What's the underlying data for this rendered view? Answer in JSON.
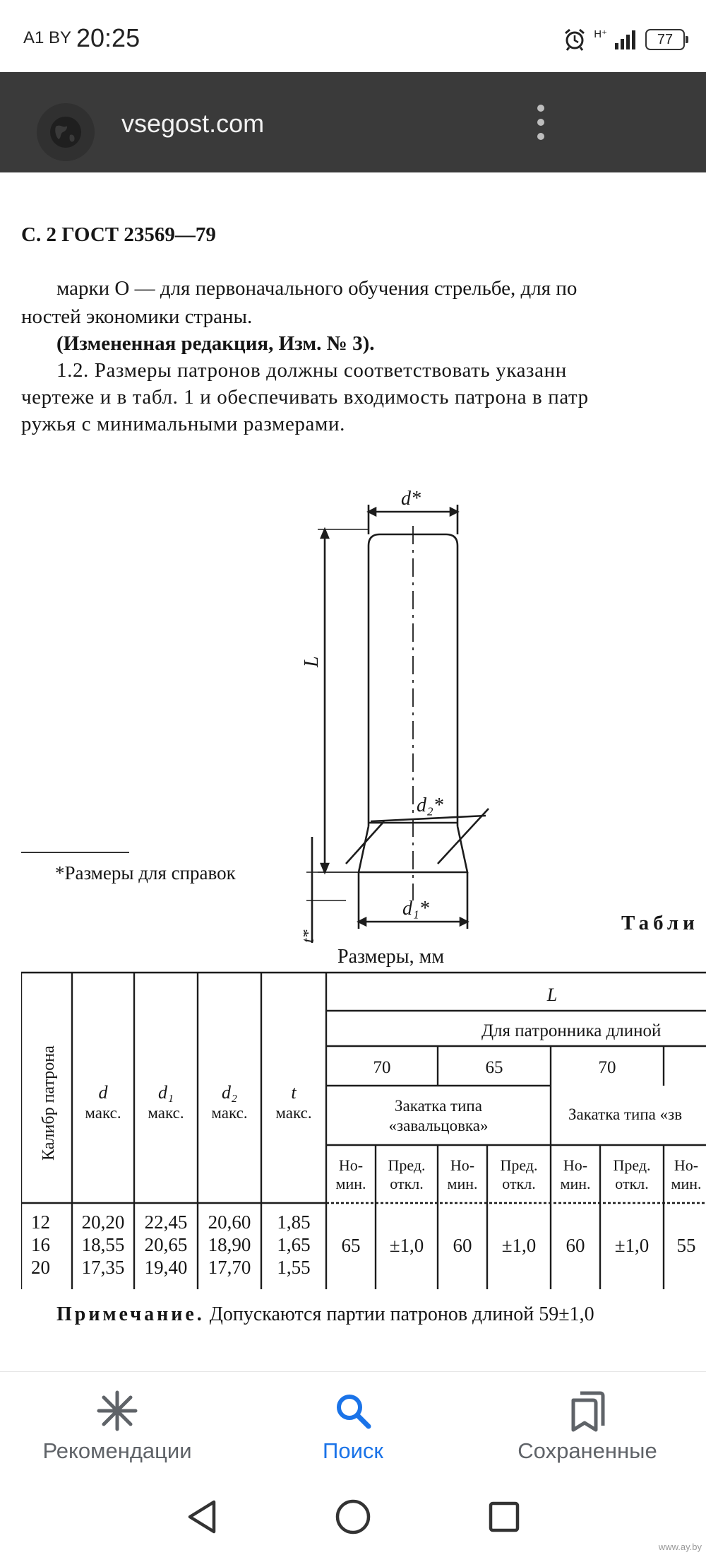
{
  "status_bar": {
    "carrier": "A1 BY",
    "time": "20:25",
    "network": "H⁺",
    "battery": "77"
  },
  "browser": {
    "url": "vsegost.com"
  },
  "document": {
    "header": "С. 2 ГОСТ 23569—79",
    "para_line1": "марки О — для первоначального обучения стрельбе, для по",
    "para_line2": "ностей экономики страны.",
    "amendment": "(Измененная редакция, Изм. № 3).",
    "clause_line1": "1.2. Размеры патронов должны соответствовать указанн",
    "clause_line2": "чертеже и в табл. 1 и обеспечивать входимость патрона в патр",
    "clause_line3": "ружья с минимальными размерами.",
    "drawing": {
      "label_d": "d*",
      "label_L": "L",
      "label_d2": "d₂*",
      "label_d1": "d₁*",
      "label_t": "t*"
    },
    "footnote": "*Размеры для справок",
    "table_title": "Табли",
    "table_units": "Размеры, мм",
    "table": {
      "col_caliber": "Калибр патрона",
      "col_d": "d",
      "col_d1": "d₁",
      "col_d2": "d₂",
      "col_t": "t",
      "max_label": "макс.",
      "col_L": "L",
      "chamber_label": "Для патронника длиной",
      "chamber_lengths": [
        "70",
        "65",
        "70"
      ],
      "crimp_roll": "Закатка типа",
      "crimp_roll_name": "«завальцовка»",
      "crimp_star": "Закатка типа «зв",
      "nominal_label_top": "Но-",
      "nominal_label_bottom": "мин.",
      "tolerance_label_top": "Пред.",
      "tolerance_label_bottom": "откл.",
      "rows": [
        {
          "caliber": "12",
          "d": "20,20",
          "d1": "22,45",
          "d2": "20,60",
          "t": "1,85"
        },
        {
          "caliber": "16",
          "d": "18,55",
          "d1": "20,65",
          "d2": "18,90",
          "t": "1,65"
        },
        {
          "caliber": "20",
          "d": "17,35",
          "d1": "19,40",
          "d2": "17,70",
          "t": "1,55"
        }
      ],
      "length_values": [
        "65",
        "±1,0",
        "60",
        "±1,0",
        "60",
        "±1,0",
        "55"
      ]
    },
    "note_prefix": "Примечание.",
    "note_text": " Допускаются партии патронов длиной 59±1,0"
  },
  "bottom_nav": {
    "recommendations": "Рекомендации",
    "search": "Поиск",
    "saved": "Сохраненные",
    "active_color": "#1a73e8"
  },
  "watermark": "www.ay.by"
}
